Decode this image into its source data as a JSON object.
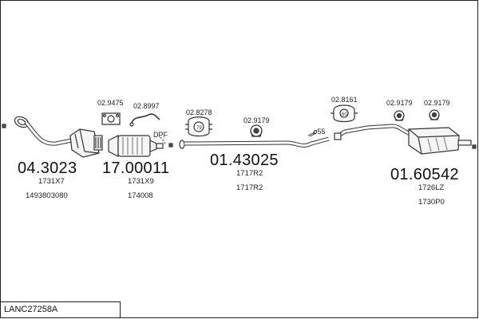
{
  "assembly_code": "LANC27258A",
  "groups": [
    {
      "part_number": "04.3023",
      "refs": [
        "1731X7",
        "1493803080"
      ]
    },
    {
      "part_number": "17.00011",
      "refs": [
        "1731X9",
        "174008"
      ]
    },
    {
      "part_number": "01.43025",
      "refs": [
        "1717R2",
        "1717R2"
      ]
    },
    {
      "part_number": "01.60542",
      "refs": [
        "1726LZ",
        "1730P0"
      ]
    }
  ],
  "accessories": [
    "02.9475",
    "02.8997",
    "02.8278",
    "02.9179",
    "02.8161",
    "02.9179",
    "02.9179"
  ],
  "labels": {
    "dpf": "DPF",
    "diameter": "ø55"
  }
}
